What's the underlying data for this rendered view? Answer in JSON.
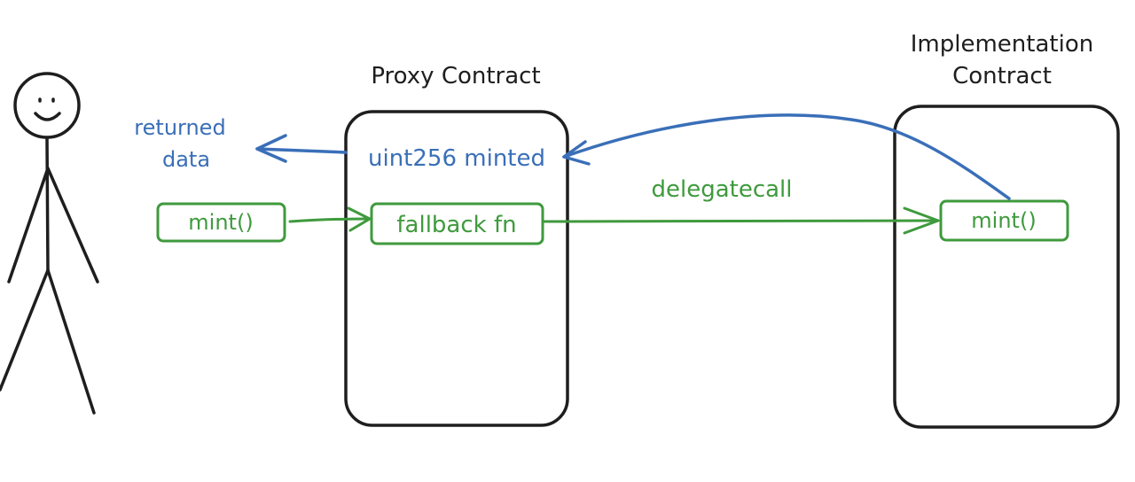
{
  "colors": {
    "ink": "#1e1e1e",
    "green": "#3f9a3d",
    "blue": "#3a6fb8",
    "background": "#ffffff"
  },
  "actor": {
    "icon": "stick-figure-user"
  },
  "proxy": {
    "title": "Proxy Contract",
    "returned_var": "uint256 minted",
    "fallback_label": "fallback fn"
  },
  "implementation": {
    "title_line1": "Implementation",
    "title_line2": "Contract",
    "mint_label": "mint()"
  },
  "user_call": {
    "mint_label": "mint()"
  },
  "edges": {
    "delegatecall_label": "delegatecall",
    "returned_line1": "returned",
    "returned_line2": "data"
  }
}
